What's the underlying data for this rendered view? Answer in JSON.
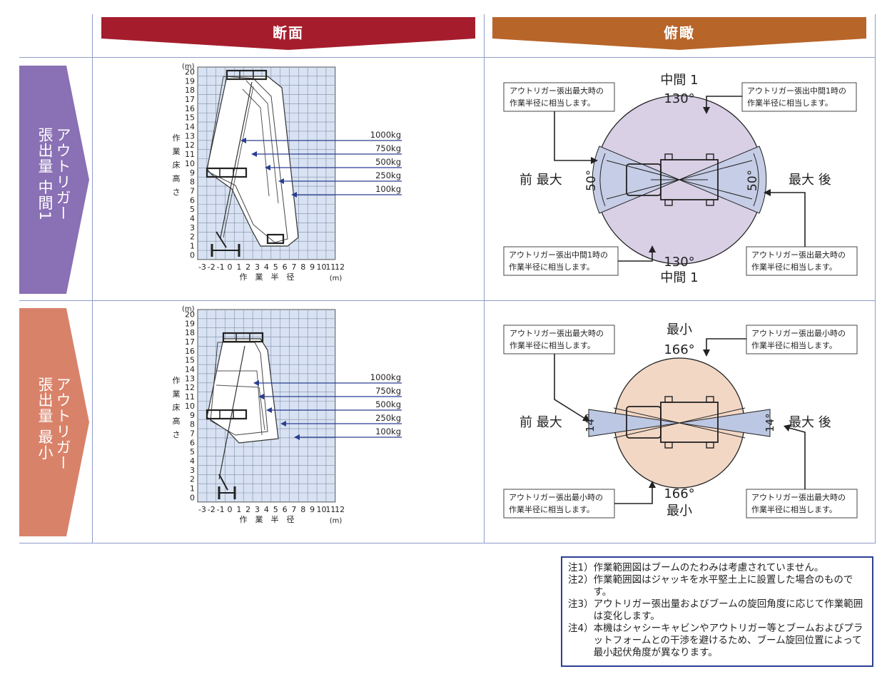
{
  "headers": {
    "section": "断面",
    "overhead": "俯瞰"
  },
  "rows": [
    {
      "label_col1": "アウトリガー",
      "label_col2": "張出量 中間1",
      "fill": "#8a70b4",
      "top_label": "中間 1",
      "top_angle": "130°",
      "bottom_angle": "130°",
      "bottom_label": "中間 1",
      "side_angle": "50°",
      "front_label": "前 最大",
      "rear_label": "最大 後",
      "boxes": {
        "tl_line1": "アウトリガー張出最大時の",
        "tl_line2": "作業半径に相当します。",
        "tr_line1": "アウトリガー張出中間1時の",
        "tr_line2": "作業半径に相当します。",
        "bl_line1": "アウトリガー張出中間1時の",
        "bl_line2": "作業半径に相当します。",
        "br_line1": "アウトリガー張出最大時の",
        "br_line2": "作業半径に相当します。"
      }
    },
    {
      "label_col1": "アウトリガー",
      "label_col2": "張出量 最小",
      "fill": "#d9826a",
      "top_label": "最小",
      "top_angle": "166°",
      "bottom_angle": "166°",
      "bottom_label": "最小",
      "side_angle": "14°",
      "front_label": "前 最大",
      "rear_label": "最大 後",
      "boxes": {
        "tl_line1": "アウトリガー張出最大時の",
        "tl_line2": "作業半径に相当します。",
        "tr_line1": "アウトリガー張出最小時の",
        "tr_line2": "作業半径に相当します。",
        "bl_line1": "アウトリガー張出最小時の",
        "bl_line2": "作業半径に相当します。",
        "br_line1": "アウトリガー張出最大時の",
        "br_line2": "作業半径に相当します。"
      }
    }
  ],
  "chart": {
    "y_unit": "(m)",
    "x_unit": "(m)",
    "y_ticks": [
      "0",
      "1",
      "2",
      "3",
      "4",
      "5",
      "6",
      "7",
      "8",
      "9",
      "10",
      "11",
      "12",
      "13",
      "14",
      "15",
      "16",
      "17",
      "18",
      "19",
      "20"
    ],
    "x_ticks": [
      "-3",
      "-2",
      "-1",
      "0",
      "1",
      "2",
      "3",
      "4",
      "5",
      "6",
      "7",
      "8",
      "9",
      "10",
      "11",
      "12"
    ],
    "y_title": [
      "作",
      "業",
      "床",
      "高",
      "さ"
    ],
    "x_title": [
      "作",
      "業",
      "半",
      "径"
    ],
    "loads": [
      "1000kg",
      "750kg",
      "500kg",
      "250kg",
      "100kg"
    ]
  },
  "notes": [
    {
      "label": "注1）",
      "text": "作業範囲図はブームのたわみは考慮されていません。"
    },
    {
      "label": "注2）",
      "text": "作業範囲図はジャッキを水平堅土上に設置した場合のものです。"
    },
    {
      "label": "注3）",
      "text": "アウトリガー張出量およびブームの旋回角度に応じて作業範囲は変化します。"
    },
    {
      "label": "注4）",
      "text": "本機はシャシーキャビンやアウトリガー等とブームおよびプラットフォームとの干渉を避けるため、ブーム旋回位置によって最小起伏角度が異なります。"
    }
  ],
  "colors": {
    "header_section": "#a51d2d",
    "header_overhead": "#b8652a",
    "load_arrow": "#2b3f92",
    "grid_bg": "#d8e2f2",
    "purple_circle": "#d9d0e6",
    "purple_sector": "#c6cde6",
    "orange_circle": "#f2d7c5",
    "blue_sector": "#bcc7e3",
    "note_border": "#2d3f93"
  }
}
